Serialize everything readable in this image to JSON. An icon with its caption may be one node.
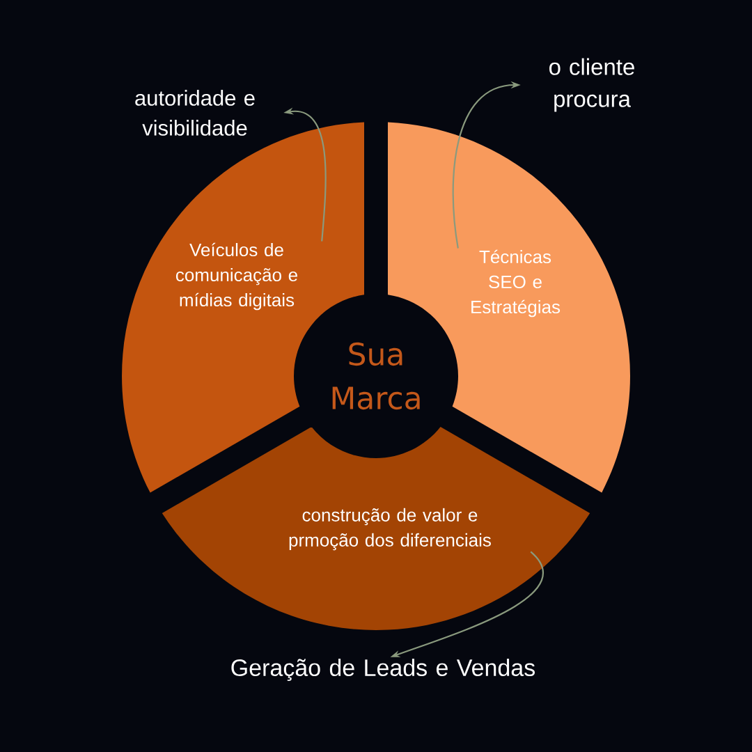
{
  "diagram": {
    "nodes": [
      {
        "text": [
          "Sua Marca"
        ]
      },
      {
        "text": [
          "Veículos de comunicação e mídias digitais"
        ]
      },
      {
        "text": [
          "Técnicas SEO e Estratégias"
        ]
      },
      {
        "text": [
          "construção de valor e prmoção dos diferenciais"
        ]
      },
      {
        "text": [
          "autoridade e visibilidade"
        ]
      },
      {
        "text": [
          "o cliente procura"
        ]
      },
      {
        "text": [
          "Geração de Leads e Vendas"
        ]
      }
    ],
    "edges": [
      {
        "from": 1,
        "to": 4,
        "arrow": "to"
      },
      {
        "from": 2,
        "to": 5,
        "arrow": "to"
      },
      {
        "from": 3,
        "to": 6,
        "arrow": "to"
      }
    ]
  }
}
